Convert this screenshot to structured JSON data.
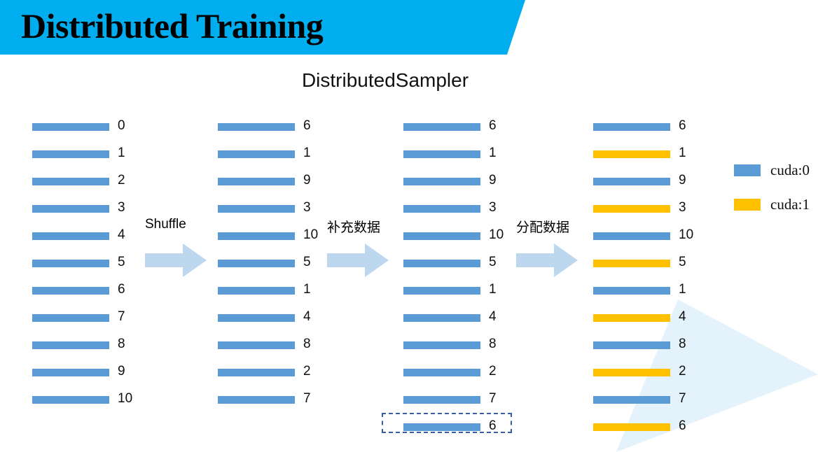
{
  "header": {
    "title": "Distributed Training",
    "banner_color": "#00AEEF"
  },
  "diagram": {
    "subtitle": "DistributedSampler",
    "colors": {
      "bar_blue": "#5B9BD5",
      "bar_orange": "#FFC000",
      "arrow_fill": "#BDD7EE",
      "decor_triangle": "#E3F2FB",
      "dashed_border": "#3B5FA4"
    },
    "columns": [
      {
        "name": "original-dataset",
        "rows": [
          {
            "label": "0",
            "color": "blue"
          },
          {
            "label": "1",
            "color": "blue"
          },
          {
            "label": "2",
            "color": "blue"
          },
          {
            "label": "3",
            "color": "blue"
          },
          {
            "label": "4",
            "color": "blue"
          },
          {
            "label": "5",
            "color": "blue"
          },
          {
            "label": "6",
            "color": "blue"
          },
          {
            "label": "7",
            "color": "blue"
          },
          {
            "label": "8",
            "color": "blue"
          },
          {
            "label": "9",
            "color": "blue"
          },
          {
            "label": "10",
            "color": "blue"
          }
        ]
      },
      {
        "name": "shuffled-dataset",
        "rows": [
          {
            "label": "6",
            "color": "blue"
          },
          {
            "label": "1",
            "color": "blue"
          },
          {
            "label": "9",
            "color": "blue"
          },
          {
            "label": "3",
            "color": "blue"
          },
          {
            "label": "10",
            "color": "blue"
          },
          {
            "label": "5",
            "color": "blue"
          },
          {
            "label": "1",
            "color": "blue"
          },
          {
            "label": "4",
            "color": "blue"
          },
          {
            "label": "8",
            "color": "blue"
          },
          {
            "label": "2",
            "color": "blue"
          },
          {
            "label": "7",
            "color": "blue"
          }
        ]
      },
      {
        "name": "padded-dataset",
        "rows": [
          {
            "label": "6",
            "color": "blue"
          },
          {
            "label": "1",
            "color": "blue"
          },
          {
            "label": "9",
            "color": "blue"
          },
          {
            "label": "3",
            "color": "blue"
          },
          {
            "label": "10",
            "color": "blue"
          },
          {
            "label": "5",
            "color": "blue"
          },
          {
            "label": "1",
            "color": "blue"
          },
          {
            "label": "4",
            "color": "blue"
          },
          {
            "label": "8",
            "color": "blue"
          },
          {
            "label": "2",
            "color": "blue"
          },
          {
            "label": "7",
            "color": "blue"
          },
          {
            "label": "6",
            "color": "blue",
            "highlighted": true
          }
        ]
      },
      {
        "name": "assigned-dataset",
        "rows": [
          {
            "label": "6",
            "color": "blue"
          },
          {
            "label": "1",
            "color": "orange"
          },
          {
            "label": "9",
            "color": "blue"
          },
          {
            "label": "3",
            "color": "orange"
          },
          {
            "label": "10",
            "color": "blue"
          },
          {
            "label": "5",
            "color": "orange"
          },
          {
            "label": "1",
            "color": "blue"
          },
          {
            "label": "4",
            "color": "orange"
          },
          {
            "label": "8",
            "color": "blue"
          },
          {
            "label": "2",
            "color": "orange"
          },
          {
            "label": "7",
            "color": "blue"
          },
          {
            "label": "6",
            "color": "orange"
          }
        ]
      }
    ],
    "transitions": [
      {
        "name": "shuffle",
        "label": "Shuffle"
      },
      {
        "name": "pad-data",
        "label": "补充数据"
      },
      {
        "name": "assign-data",
        "label": "分配数据"
      }
    ],
    "legend": [
      {
        "label": "cuda:0",
        "color": "blue"
      },
      {
        "label": "cuda:1",
        "color": "orange"
      }
    ]
  }
}
